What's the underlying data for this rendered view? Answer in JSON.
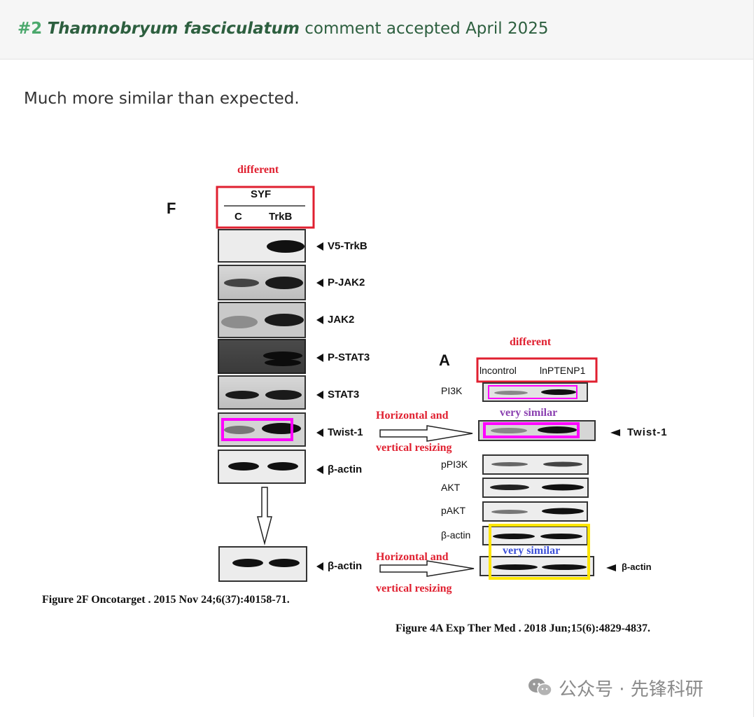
{
  "header": {
    "number": "#2",
    "species": "Thamnobryum fasciculatum",
    "status": "comment accepted April 2025"
  },
  "comment": "Much more similar than expected.",
  "figure": {
    "left_panel": {
      "letter": "F",
      "annotation": "different",
      "group_label": "SYF",
      "lanes": [
        "C",
        "TrkB"
      ],
      "blots": [
        "V5-TrkB",
        "P-JAK2",
        "JAK2",
        "P-STAT3",
        "STAT3",
        "Twist-1",
        "β-actin"
      ],
      "bottom_blot": "β-actin",
      "caption": "Figure 2F Oncotarget . 2015 Nov 24;6(37):40158-71."
    },
    "right_panel": {
      "letter": "A",
      "annotation": "different",
      "lanes": [
        "lncontrol",
        "lnPTENP1"
      ],
      "blots": [
        "PI3K",
        "pPI3K",
        "AKT",
        "pAKT",
        "β-actin"
      ],
      "twist_label": "Twist-1",
      "bottom_blot": "β-actin",
      "caption": "Figure 4A Exp Ther Med . 2018 Jun;15(6):4829-4837."
    },
    "arrow_label_1": "Horizontal and",
    "arrow_label_2": "vertical resizing",
    "similar_1": "very similar",
    "similar_2": "very similar",
    "colors": {
      "red": "#e02030",
      "magenta": "#ff00ff",
      "yellow": "#ffe600"
    }
  },
  "watermark": "公众号 · 先锋科研"
}
